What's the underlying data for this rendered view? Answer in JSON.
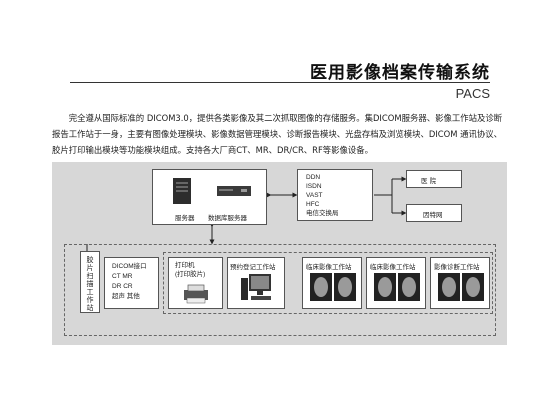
{
  "header": {
    "title": "医用影像档案传输系统",
    "subtitle": "PACS"
  },
  "description": "完全遵从国际标准的 DICOM3.0，提供各类影像及其二次抓取图像的存储服务。集DICOM服务器、影像工作站及诊断报告工作站于一身，主要有图像处理模块、影像数据管理模块、诊断报告模块、光盘存档及浏览模块、DICOM 通讯协议、胶片打印输出模块等功能模块组成。支持各大厂商CT、MR、DR/CR、RF等影像设备。",
  "diagram": {
    "server_label": "服务器",
    "db_server_label": "数据库服务器",
    "network_lines": [
      "DDN",
      "ISDN",
      "VAST",
      "HFC",
      "电信交换局"
    ],
    "hospital_label": "医    院",
    "internet_label": "因特网",
    "film_scan_label": "胶片扫描工作站",
    "dicom_interface_lines": [
      "DICOM接口",
      "CT    MR",
      "DR    CR",
      "超声  其他"
    ],
    "printer_lines": [
      "打印机",
      "(打印胶片)"
    ],
    "registration_label": "预约登记工作站",
    "clinical_ws_1": "临床影像工作站",
    "clinical_ws_2": "临床影像工作站",
    "diagnosis_ws": "影像诊断工作站"
  }
}
